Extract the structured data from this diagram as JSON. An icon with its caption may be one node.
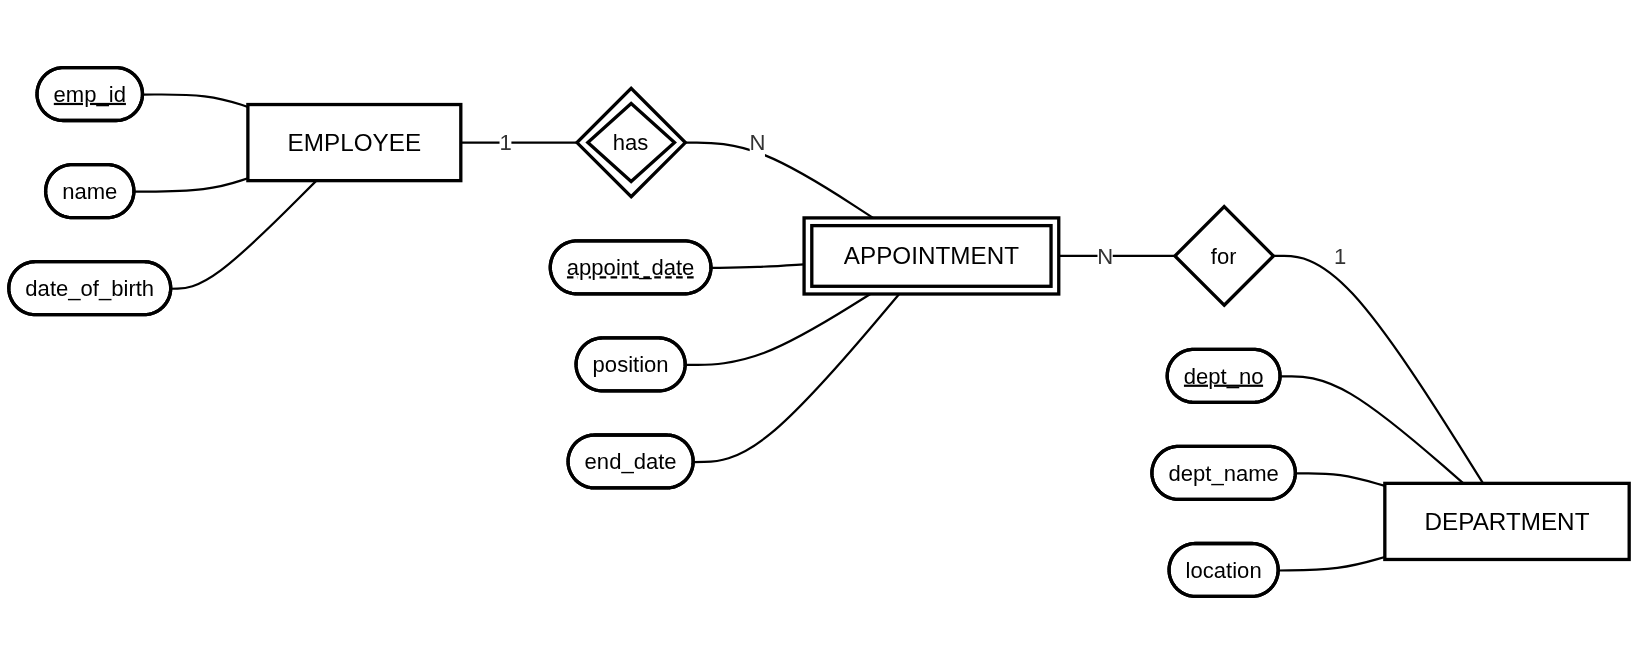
{
  "diagram": {
    "nodes": [
      {
        "text": [
          "name"
        ]
      },
      {
        "text": [
          "emp_id"
        ]
      },
      {
        "text": [
          "date_of_birth"
        ]
      },
      {
        "text": [
          "EMPLOYEE"
        ]
      },
      {
        "text": [
          "has"
        ]
      },
      {
        "text": [
          "position"
        ]
      },
      {
        "text": [
          "appoint_date"
        ]
      },
      {
        "text": [
          "end_date"
        ]
      },
      {
        "text": [
          "APPOINTMENT"
        ]
      },
      {
        "text": [
          "for"
        ]
      },
      {
        "text": [
          "dept_no"
        ]
      },
      {
        "text": [
          "dept_name"
        ]
      },
      {
        "text": [
          "location"
        ]
      },
      {
        "text": [
          "DEPARTMENT"
        ]
      }
    ],
    "edges": [
      {
        "from": 1,
        "to": 3,
        "arrow": "none"
      },
      {
        "from": 0,
        "to": 3,
        "arrow": "none"
      },
      {
        "from": 2,
        "to": 3,
        "arrow": "none"
      },
      {
        "from": 3,
        "to": 4,
        "arrow": "none",
        "label": "1"
      },
      {
        "from": 4,
        "to": 8,
        "arrow": "none",
        "label": "N"
      },
      {
        "from": 6,
        "to": 8,
        "arrow": "none"
      },
      {
        "from": 5,
        "to": 8,
        "arrow": "none"
      },
      {
        "from": 7,
        "to": 8,
        "arrow": "none"
      },
      {
        "from": 8,
        "to": 9,
        "arrow": "none",
        "label": "N"
      },
      {
        "from": 9,
        "to": 13,
        "arrow": "none",
        "label": "1"
      },
      {
        "from": 10,
        "to": 13,
        "arrow": "none"
      },
      {
        "from": 11,
        "to": 13,
        "arrow": "none"
      },
      {
        "from": 12,
        "to": 13,
        "arrow": "none"
      }
    ]
  }
}
